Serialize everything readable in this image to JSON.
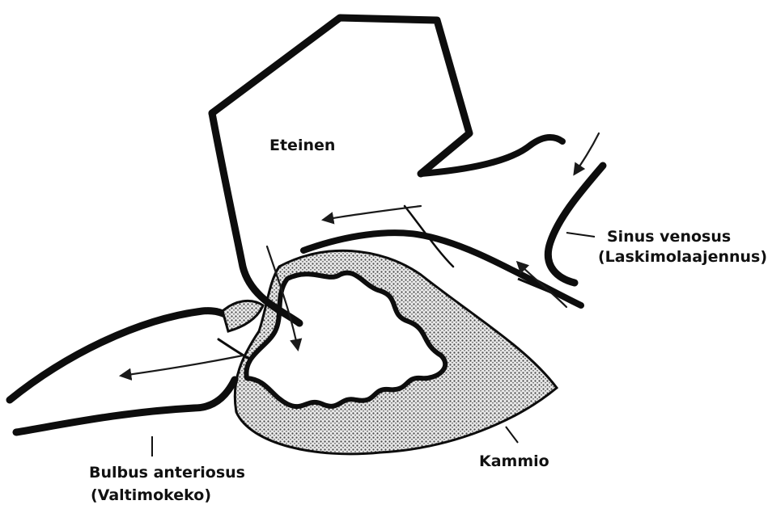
{
  "labels": {
    "atrium": "Eteinen",
    "sinus_line1": "Sinus venosus",
    "sinus_line2": "(Laskimolaajennus)",
    "bulbus_line1": "Bulbus anteriosus",
    "bulbus_line2": "(Valtimokeko)",
    "ventricle": "Kammio"
  },
  "colors": {
    "outline": "#0d0d0d",
    "background": "#ffffff",
    "stipple": "#555555"
  }
}
